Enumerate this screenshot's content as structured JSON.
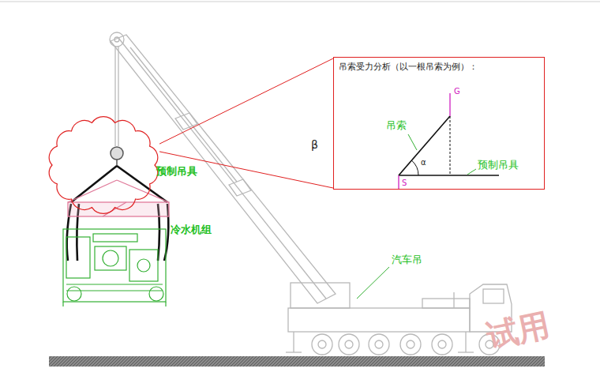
{
  "diagram": {
    "nodes": [
      {
        "text": [
          "预制吊具"
        ]
      },
      {
        "text": [
          "吊索受力分析（以一根吊索为例）："
        ]
      }
    ],
    "edges": [
      {
        "from": 0,
        "to": 1,
        "arrow": "none"
      }
    ],
    "labels": [
      "冷水机组",
      "汽车吊",
      "β",
      "G",
      "吊索",
      "S",
      "预制吊具",
      "α",
      "试用"
    ]
  }
}
